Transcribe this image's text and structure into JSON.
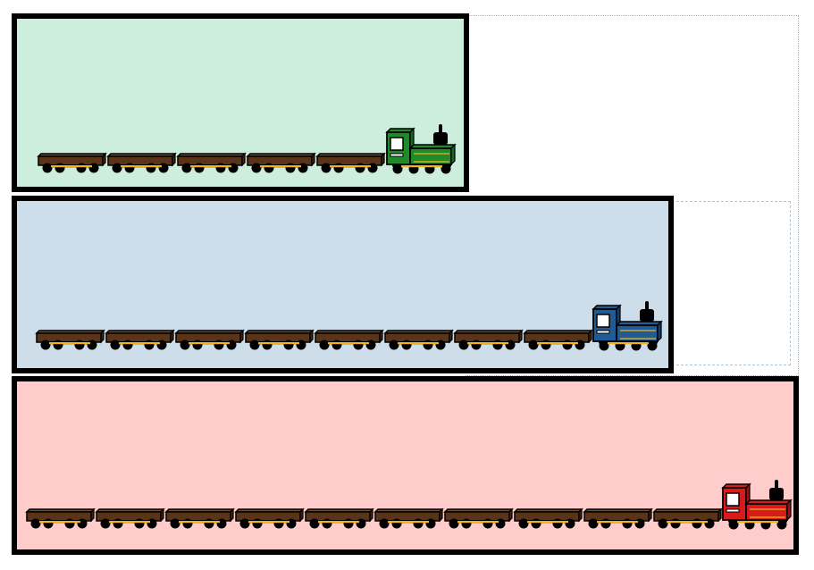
{
  "panels": [
    {
      "id": "green",
      "bg": "#cdeedd",
      "cars": 5,
      "engine_color": "#1f8a2a",
      "engine_shade": "#136b1d"
    },
    {
      "id": "blue",
      "bg": "#cddde9",
      "cars": 8,
      "engine_color": "#1f5b94",
      "engine_shade": "#143f6b"
    },
    {
      "id": "red",
      "bg": "#ffcccc",
      "cars": 10,
      "engine_color": "#d71a1a",
      "engine_shade": "#a01010"
    }
  ],
  "colors": {
    "car_body": "#5a3419",
    "car_top": "#7a4a26",
    "stripe": "#f1b21b",
    "wheel": "#000000",
    "outline": "#000000"
  },
  "icons": [
    "wagon-icon",
    "locomotive-icon"
  ]
}
